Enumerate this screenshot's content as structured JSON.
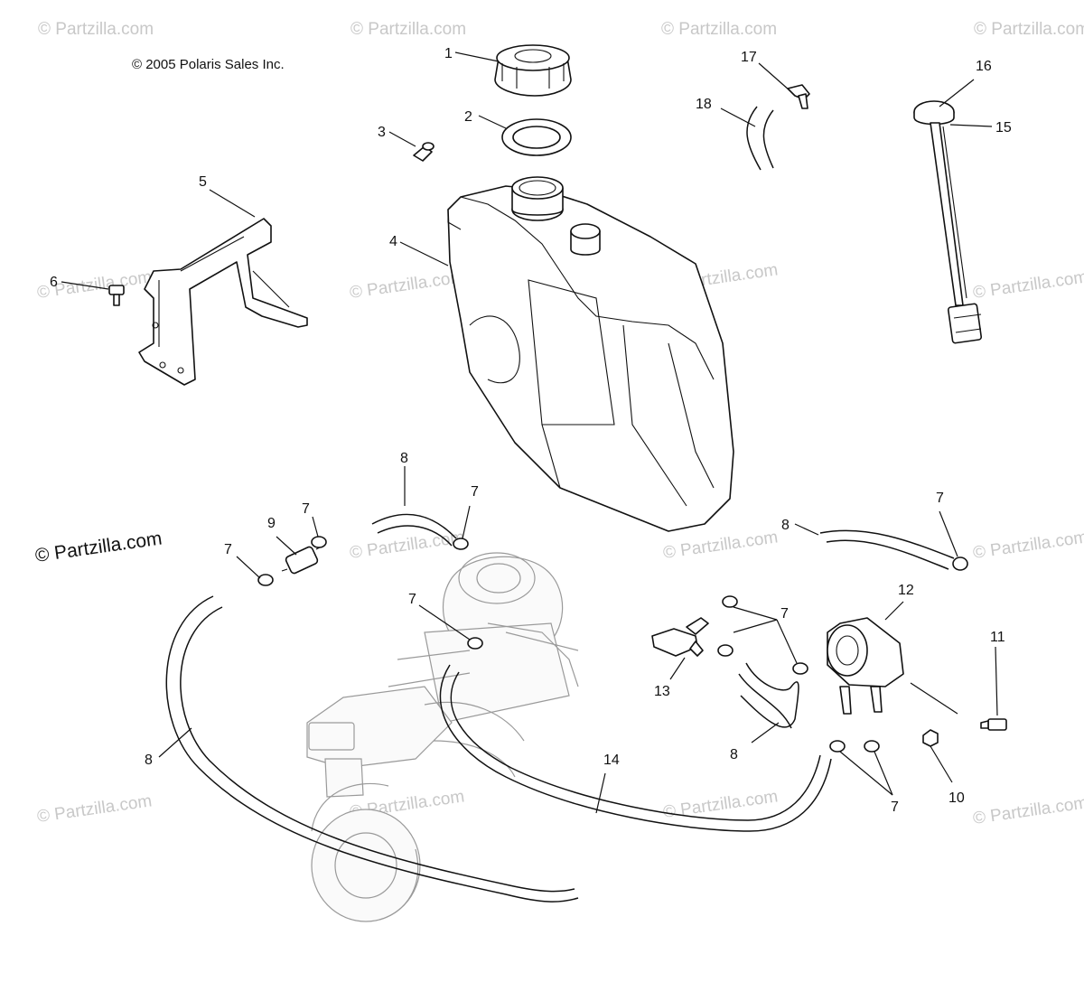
{
  "copyright": "© 2005 Polaris Sales Inc.",
  "brand_mark": "© Partzilla.com",
  "watermark_text": "© Partzilla.com",
  "callouts": {
    "c1": "1",
    "c2": "2",
    "c3": "3",
    "c4": "4",
    "c5": "5",
    "c6": "6",
    "c7a": "7",
    "c7b": "7",
    "c7c": "7",
    "c7d": "7",
    "c7e": "7",
    "c7f": "7",
    "c8a": "8",
    "c8b": "8",
    "c8c": "8",
    "c8d": "8",
    "c9": "9",
    "c10": "10",
    "c11": "11",
    "c12": "12",
    "c13": "13",
    "c14": "14",
    "c15": "15",
    "c16": "16",
    "c17": "17",
    "c18": "18"
  },
  "colors": {
    "line": "#111111",
    "watermark": "#c8c8c8",
    "background": "#ffffff"
  }
}
